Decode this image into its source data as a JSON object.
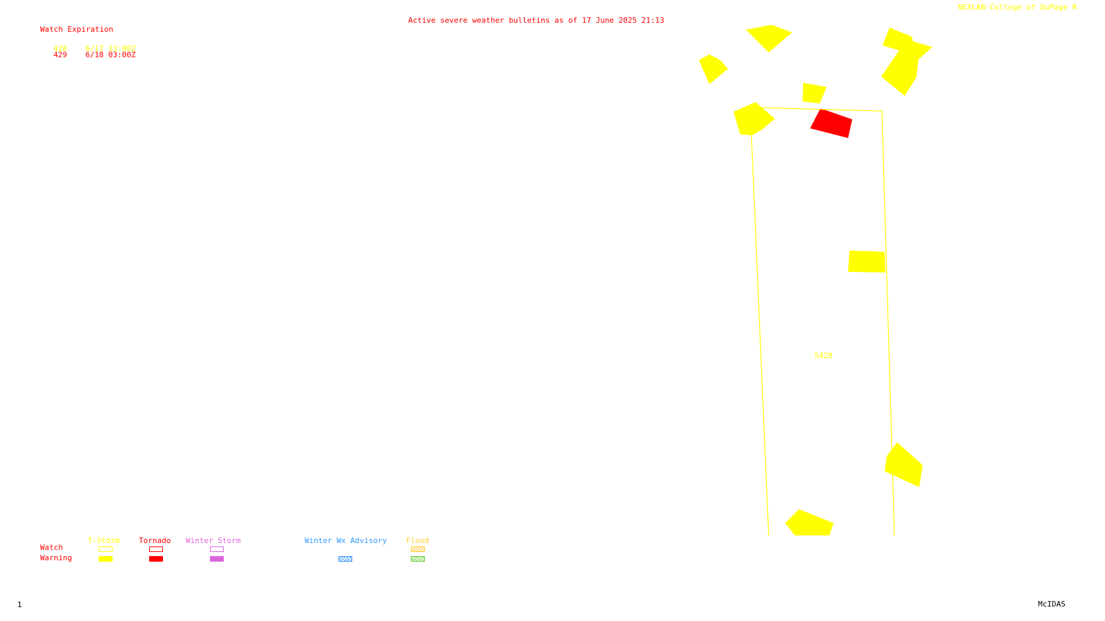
{
  "header": {
    "title": "Active severe weather bulletins as of 17 June 2025 21:13",
    "credit": "NEXLAB-College of DuPage R",
    "title_color": "#ff0000",
    "credit_color": "#ffff00"
  },
  "watch_list": {
    "heading": "Watch Expiration",
    "heading_color": "#ff0000",
    "rows": [
      {
        "id": "428",
        "expires": "6/17 23:00Z",
        "color": "#ffff00"
      },
      {
        "id": "429",
        "expires": "6/18 03:00Z",
        "color": "#ff0000"
      }
    ]
  },
  "map": {
    "watch_label": "S428",
    "watch_color": "#ffff00",
    "tstorm_warning_color": "#ffff00",
    "tornado_warning_color": "#ff0000"
  },
  "legend": {
    "row_watch": "Watch",
    "row_warning": "Warning",
    "row_color": "#ff0000",
    "columns": [
      {
        "label": "T-Storm",
        "color": "#ffff00",
        "style": "solid"
      },
      {
        "label": "Tornado",
        "color": "#ff0000",
        "style": "solid"
      },
      {
        "label": "Winter Storm",
        "color": "#dd66dd",
        "style": "solid"
      },
      {
        "label": "Winter Wx Advisory",
        "color": "#3399ff",
        "style": "hatched"
      },
      {
        "label": "Flood",
        "color": "#ffcc33",
        "style": "hatched"
      }
    ],
    "flood_warning_color": "#66cc33"
  },
  "footer": {
    "frame": "1",
    "software": "McIDAS"
  }
}
